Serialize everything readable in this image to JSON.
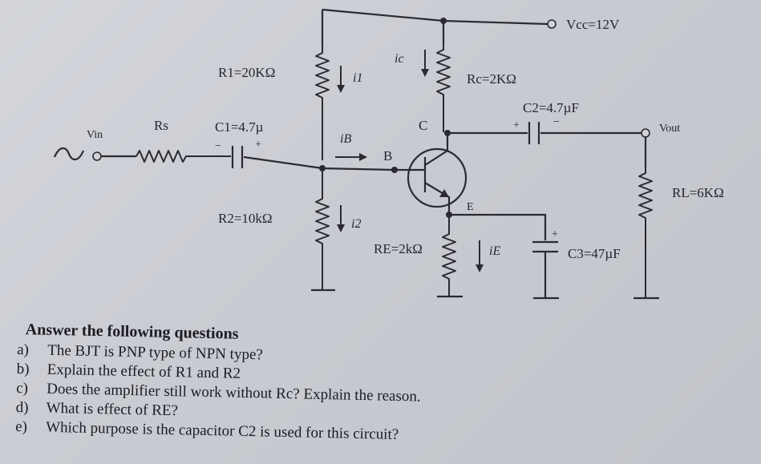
{
  "circuit": {
    "vcc": "Vcc=12V",
    "r1": "R1=20KΩ",
    "rc": "Rc=2KΩ",
    "c2": "C2=4.7µF",
    "vin": "Vin",
    "rs": "Rs",
    "c1": "C1=4.7µ",
    "vout": "Vout",
    "rl": "RL=6KΩ",
    "r2": "R2=10kΩ",
    "re": "RE=2kΩ",
    "c3": "C3=47µF",
    "node_b": "B",
    "node_c": "C",
    "node_e": "E",
    "i1": "i1",
    "ic": "ic",
    "ib": "iB",
    "i2": "i2",
    "ie": "iE",
    "plus": "+",
    "minus": "−"
  },
  "questions": {
    "title": "Answer the following questions",
    "items": [
      {
        "letter": "a)",
        "text": "The BJT is PNP type of NPN type?"
      },
      {
        "letter": "b)",
        "text": "Explain the effect of R1 and R2"
      },
      {
        "letter": "c)",
        "text": "Does the amplifier still work without Rc? Explain the reason."
      },
      {
        "letter": "d)",
        "text": "What is effect of RE?"
      },
      {
        "letter": "e)",
        "text": "Which purpose is the capacitor C2 is used for this circuit?"
      }
    ]
  }
}
